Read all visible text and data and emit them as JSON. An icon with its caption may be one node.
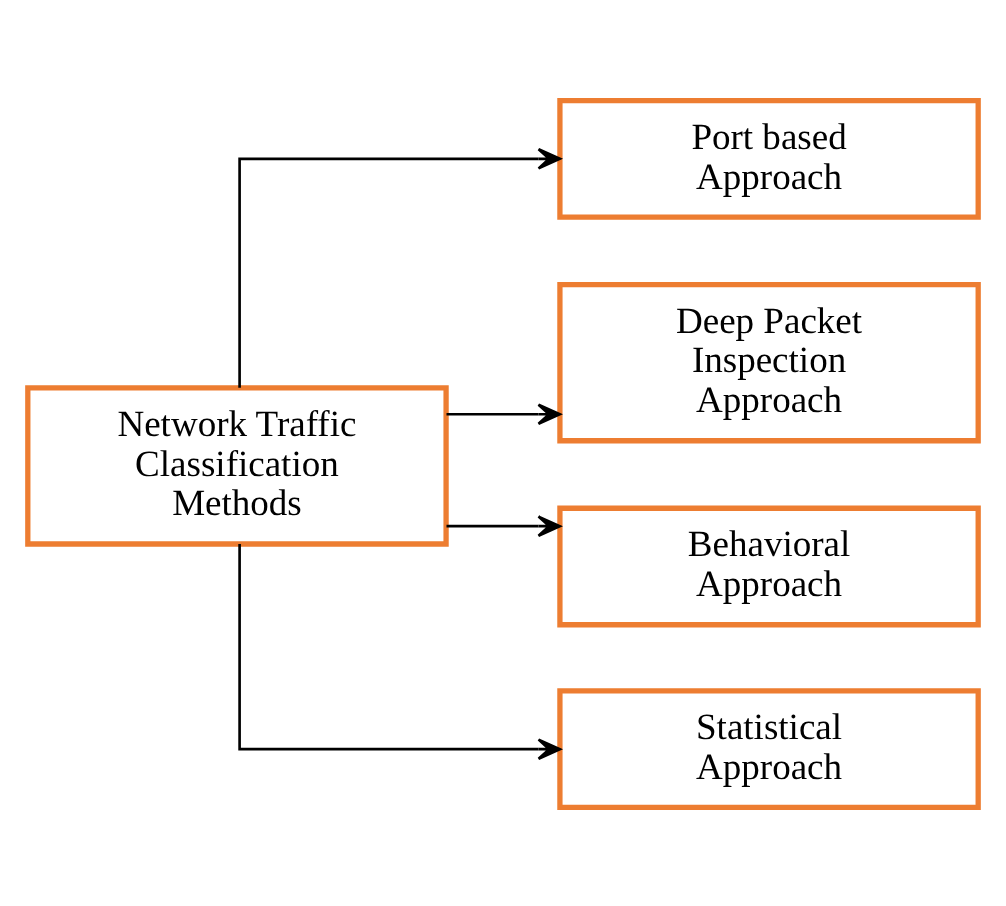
{
  "diagram": {
    "nodes": [
      {
        "text": [
          "Network Traffic Classification Methods"
        ]
      },
      {
        "text": [
          "Port based Approach"
        ]
      },
      {
        "text": [
          "Deep Packet Inspection Approach"
        ]
      },
      {
        "text": [
          "Behavioral Approach"
        ]
      },
      {
        "text": [
          "Statistical Approach"
        ]
      }
    ],
    "edges": [
      {
        "from": 0,
        "to": 1,
        "arrow": "to"
      },
      {
        "from": 0,
        "to": 2,
        "arrow": "to"
      },
      {
        "from": 0,
        "to": 3,
        "arrow": "to"
      },
      {
        "from": 0,
        "to": 4,
        "arrow": "to"
      }
    ]
  }
}
